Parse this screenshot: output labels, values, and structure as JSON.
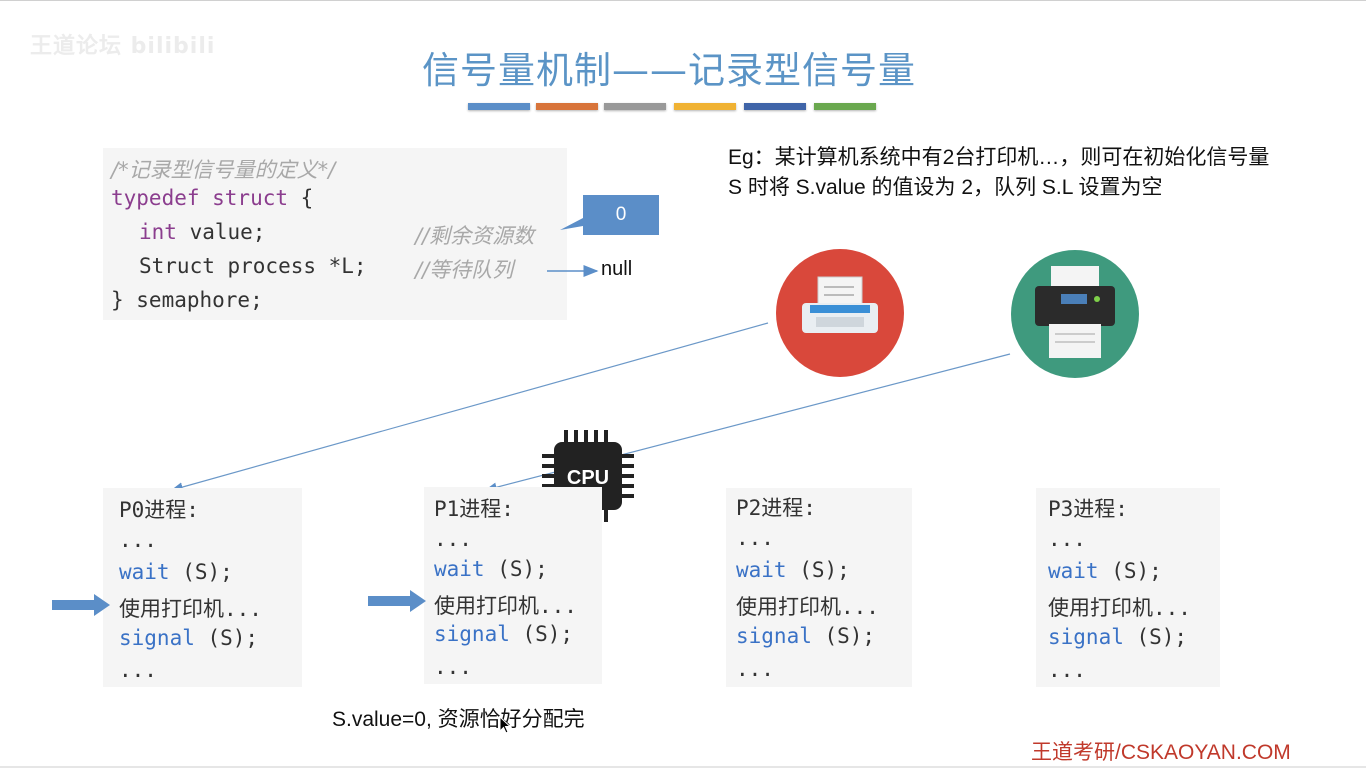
{
  "watermark": "王道论坛 bilibili",
  "title": "信号量机制——记录型信号量",
  "title_bar_colors": [
    "#5b8ec8",
    "#d8743a",
    "#999999",
    "#f0b233",
    "#3f64a8",
    "#6aa84f"
  ],
  "definition": {
    "line1": "/*记录型信号量的定义*/",
    "line2_kw": "typedef struct",
    "line2_rest": " {",
    "line3_kw": "int",
    "line3_rest": " value;",
    "line3_comment": "//剩余资源数",
    "line4": "Struct process *L;",
    "line4_comment": "//等待队列",
    "line5": "} semaphore;"
  },
  "value_box": "0",
  "null_label": "null",
  "example": "Eg：某计算机系统中有2台打印机…，则可在初始化信号量 S 时将 S.value 的值设为 2，队列 S.L 设置为空",
  "cpu_label": "CPU",
  "processes": [
    {
      "name": "P0进程:",
      "l1": "...",
      "l2": "wait",
      "l2b": " (S);",
      "l3": "使用打印机...",
      "l4": "signal",
      "l4b": " (S);",
      "l5": "..."
    },
    {
      "name": "P1进程:",
      "l1": "...",
      "l2": "wait",
      "l2b": " (S);",
      "l3": "使用打印机...",
      "l4": "signal",
      "l4b": " (S);",
      "l5": "..."
    },
    {
      "name": "P2进程:",
      "l1": "...",
      "l2": "wait",
      "l2b": " (S);",
      "l3": "使用打印机...",
      "l4": "signal",
      "l4b": " (S);",
      "l5": "..."
    },
    {
      "name": "P3进程:",
      "l1": "...",
      "l2": "wait",
      "l2b": " (S);",
      "l3": "使用打印机...",
      "l4": "signal",
      "l4b": " (S);",
      "l5": "..."
    }
  ],
  "status": "S.value=0, 资源恰好分配完",
  "footer": "王道考研/CSKAOYAN.COM",
  "colors": {
    "title": "#5b94c6",
    "printer1_bg": "#d9483b",
    "printer2_bg": "#3f9a7e",
    "arrow": "#5b8ec8",
    "footer": "#c0392b"
  }
}
